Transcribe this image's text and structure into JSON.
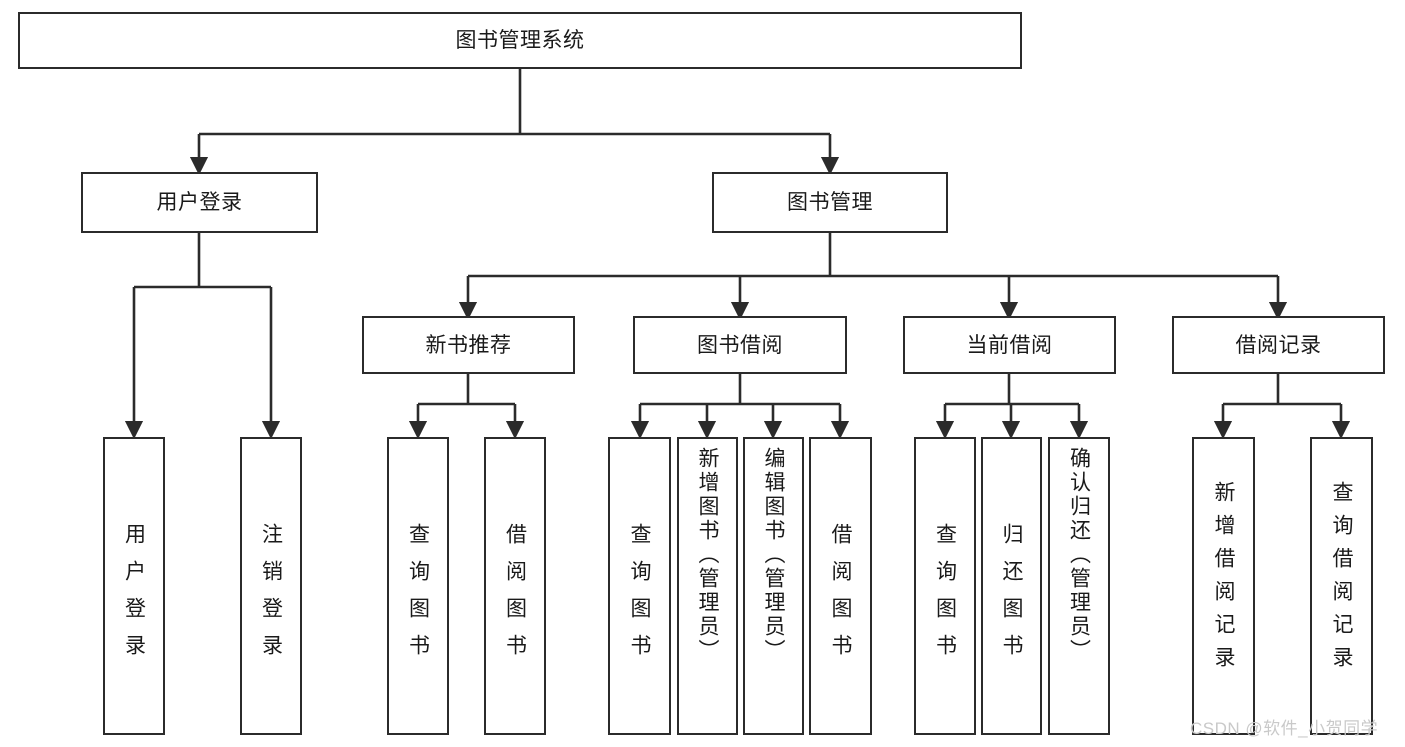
{
  "diagram": {
    "type": "hierarchy-tree",
    "title": "图书管理系统",
    "watermark": "CSDN @软件_小贺同学",
    "colors": {
      "stroke": "#2b2b2b",
      "fill": "#ffffff",
      "text": "#1a1a1a",
      "watermark": "#c9c9c9"
    },
    "nodes": {
      "root": "图书管理系统",
      "level2": {
        "user_login": "用户登录",
        "book_manage": "图书管理"
      },
      "level3": {
        "new_book_rec": "新书推荐",
        "book_borrow": "图书借阅",
        "current_borrow": "当前借阅",
        "borrow_record": "借阅记录"
      },
      "leaves": {
        "user_login_1": "用户登录",
        "user_login_2": "注销登录",
        "new_book_1": "查询图书",
        "new_book_2": "借阅图书",
        "borrow_1": "查询图书",
        "borrow_2": "新增图书（管理员）",
        "borrow_3": "编辑图书（管理员）",
        "borrow_4": "借阅图书",
        "current_1": "查询图书",
        "current_2": "归还图书",
        "current_3": "确认归还（管理员）",
        "record_1": "新增借阅记录",
        "record_2": "查询借阅记录"
      }
    }
  }
}
